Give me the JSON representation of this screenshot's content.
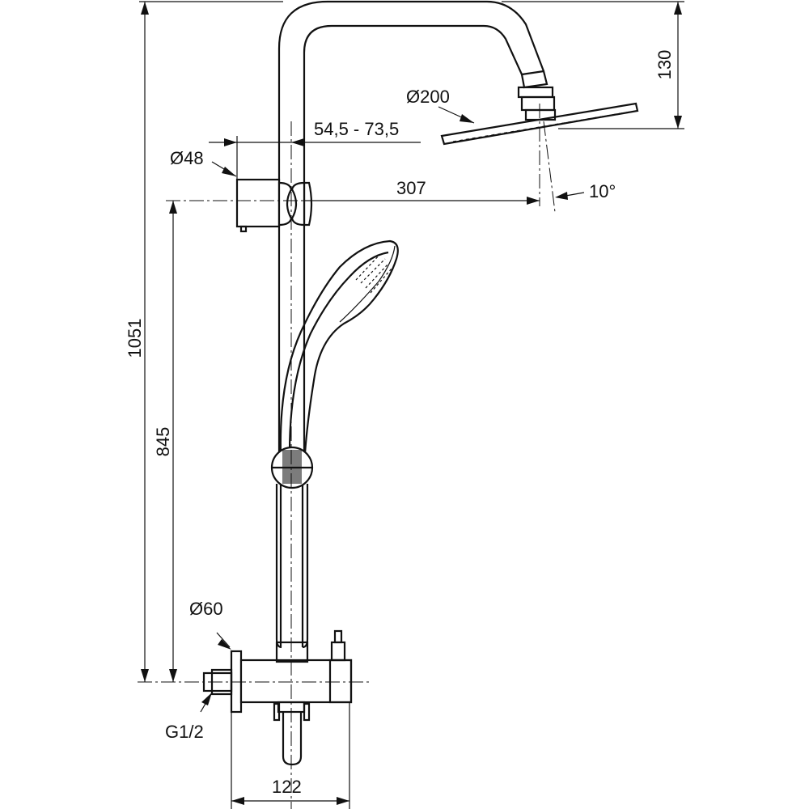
{
  "dimensions": {
    "total_height": "1051",
    "hand_shower_height": "845",
    "overhead_projection": "130",
    "head_diameter": "Ø200",
    "bracket_range": "54,5 - 73,5",
    "bracket_diameter": "Ø48",
    "arm_reach": "307",
    "tilt_angle": "10°",
    "flange_diameter": "Ø60",
    "thread": "G1/2",
    "centre_distance": "122"
  }
}
